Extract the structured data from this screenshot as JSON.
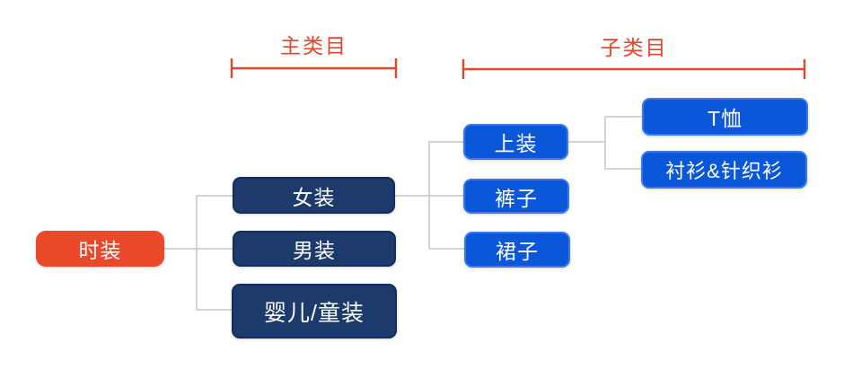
{
  "colors": {
    "root": "#E9492A",
    "main": "#1C3A6C",
    "sub": "#0A57D9",
    "accent": "#E4452B",
    "connector": "#C6C6C6",
    "node_text": "#FFFFFF",
    "background": "#FFFFFF"
  },
  "annotations": {
    "main_category_label": "主类目",
    "sub_category_label": "子类目"
  },
  "tree": {
    "root": {
      "label": "时装"
    },
    "main_categories": [
      {
        "label": "女装"
      },
      {
        "label": "男装"
      },
      {
        "label": "婴儿/童装"
      }
    ],
    "sub_categories": [
      {
        "label": "上装"
      },
      {
        "label": "裤子"
      },
      {
        "label": "裙子"
      }
    ],
    "leaf_categories": [
      {
        "label": "T恤"
      },
      {
        "label": "衬衫&针织衫"
      }
    ]
  }
}
